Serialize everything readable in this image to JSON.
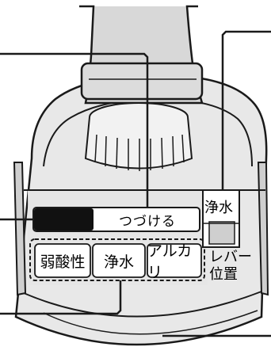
{
  "indicator": {
    "label": "つづける"
  },
  "modes": [
    {
      "label": "弱酸性"
    },
    {
      "label": "浄水"
    },
    {
      "label": "アルカリ"
    }
  ],
  "lever": {
    "current": "浄水",
    "caption_line1": "レバー",
    "caption_line2": "位置"
  },
  "colors": {
    "stroke": "#1a1a1a",
    "body_gray": "#e6e6e6",
    "indicator_black": "#111111"
  }
}
